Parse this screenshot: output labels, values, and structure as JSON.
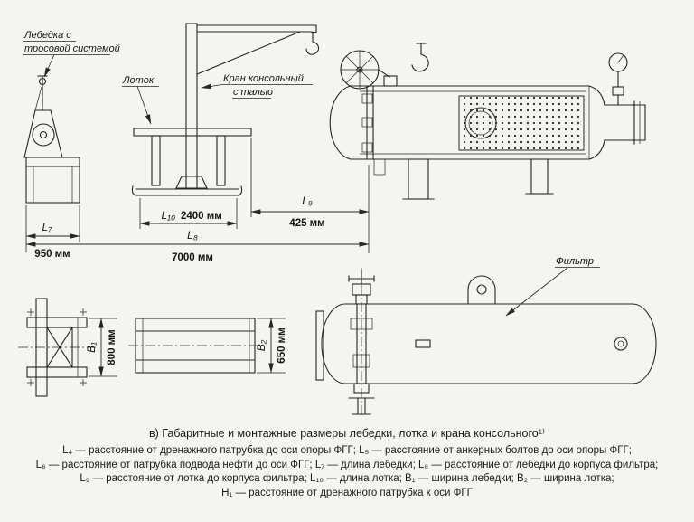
{
  "figure": {
    "labels": {
      "winch1": "Лебедка с",
      "winch2": "тросовой системой",
      "tray": "Лоток",
      "crane1": "Кран консольный",
      "crane2": "с талью",
      "filter": "Фильтр"
    },
    "dims": {
      "L7": {
        "label": "L₇",
        "value": "950 мм"
      },
      "L8": {
        "label": "L₈",
        "value": "7000 мм"
      },
      "L9": {
        "label": "L₉",
        "value": "425 мм"
      },
      "L10": {
        "label": "L₁₀",
        "value": "2400 мм"
      },
      "B1": {
        "label": "B₁",
        "value": "800 мм"
      },
      "B2": {
        "label": "B₂",
        "value": "650 мм"
      }
    }
  },
  "caption": "в) Габаритные и монтажные размеры лебедки, лотка и крана консольного¹⁾",
  "legend": {
    "line1": "L₄ — расстояние от дренажного патрубка до оси опоры ФГГ; L₅ — расстояние от анкерных болтов до оси опоры ФГГ;",
    "line2": "L₆ — расстояние от патрубка подвода нефти до оси ФГГ; L₇ — длина лебедки; L₈ — расстояние от лебедки до корпуса фильтра;",
    "line3": "L₉ — расстояние от лотка до корпуса фильтра; L₁₀ — длина лотка; B₁ — ширина лебедки; B₂ — ширина лотка;",
    "line4": "H₁ — расстояние от дренажного патрубка к оси ФГГ"
  }
}
